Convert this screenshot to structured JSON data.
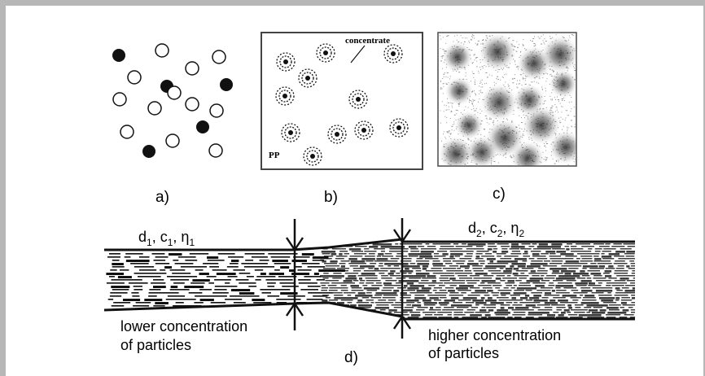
{
  "panels": {
    "a": {
      "label": "a)"
    },
    "b": {
      "label": "b)",
      "concentrate_label": "concentrate",
      "pp_label": "PP"
    },
    "c": {
      "label": "c)"
    },
    "d": {
      "label": "d)",
      "left_params": {
        "d": "d",
        "d_sub": "1",
        "c": "c",
        "c_sub": "1",
        "eta": "η",
        "eta_sub": "1"
      },
      "right_params": {
        "d": "d",
        "d_sub": "2",
        "c": "c",
        "c_sub": "2",
        "eta": "η",
        "eta_sub": "2"
      },
      "lower_line_1": "lower concentration",
      "lower_line_2": "of particles",
      "higher_line_1": "higher concentration",
      "higher_line_2": "of particles"
    }
  },
  "colors": {
    "frame": "#b7b7b7",
    "ink": "#111111",
    "paper": "#ffffff"
  }
}
